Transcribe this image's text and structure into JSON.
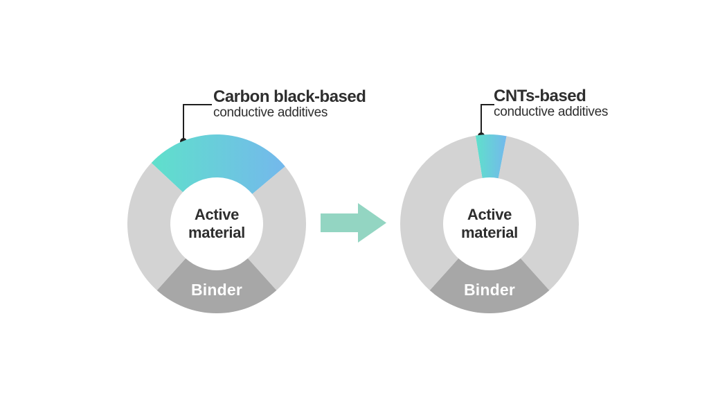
{
  "colors": {
    "background": "#FFFFFF",
    "additive_start": "#5FE0CB",
    "additive_end": "#74B8EC",
    "ring_gray": "#D3D3D3",
    "binder_gray": "#A7A7A7",
    "arrow": "#93D5C2",
    "text": "#2E2E2E",
    "leader": "#1F1F1F",
    "binder_text": "#FFFFFF"
  },
  "labels": {
    "left": {
      "title": "Carbon black-based",
      "subtitle": "conductive additives"
    },
    "right": {
      "title": "CNTs-based",
      "subtitle": "conductive additives"
    }
  },
  "arrow": {
    "icon": "right-arrow",
    "direction": "right"
  },
  "chart_data": [
    {
      "type": "pie",
      "variant": "donut",
      "title": "Carbon black-based conductive additives",
      "center_label": "Active material",
      "binder_label": "Binder",
      "segments": [
        {
          "label": "Carbon black-based conductive additives",
          "percent": 27,
          "start_deg": -47,
          "end_deg": 50,
          "fill": "additive_gradient"
        },
        {
          "label": "Active material",
          "percent": 24,
          "start_deg": 50,
          "end_deg": 138,
          "fill": "light_gray"
        },
        {
          "label": "Binder",
          "percent": 23,
          "start_deg": 138,
          "end_deg": 222,
          "fill": "binder_gray"
        },
        {
          "label": "Active material",
          "percent": 26,
          "start_deg": 222,
          "end_deg": 313,
          "fill": "light_gray"
        }
      ]
    },
    {
      "type": "pie",
      "variant": "donut",
      "title": "CNTs-based conductive additives",
      "center_label": "Active material",
      "binder_label": "Binder",
      "segments": [
        {
          "label": "CNTs-based conductive additives",
          "percent": 6,
          "start_deg": -9,
          "end_deg": 11,
          "fill": "additive_gradient"
        },
        {
          "label": "Active material",
          "percent": 35,
          "start_deg": 11,
          "end_deg": 138,
          "fill": "light_gray"
        },
        {
          "label": "Binder",
          "percent": 23,
          "start_deg": 138,
          "end_deg": 222,
          "fill": "binder_gray"
        },
        {
          "label": "Active material",
          "percent": 36,
          "start_deg": 222,
          "end_deg": 351,
          "fill": "light_gray"
        }
      ]
    }
  ]
}
